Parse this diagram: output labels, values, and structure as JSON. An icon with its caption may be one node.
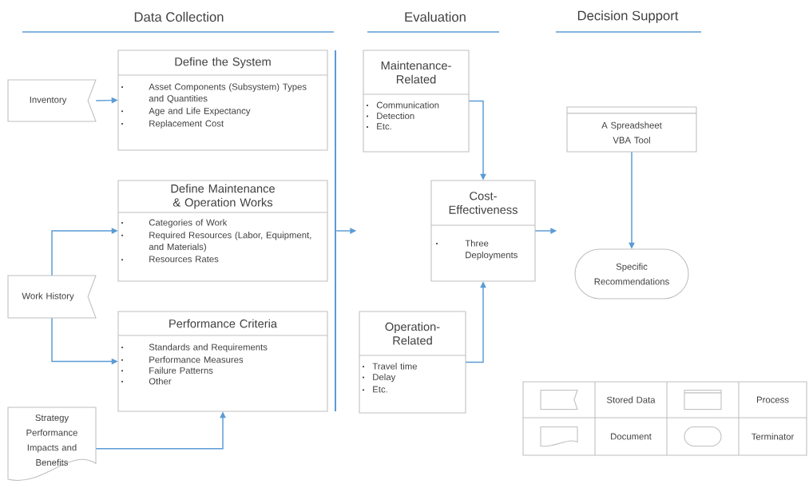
{
  "diagram": {
    "nodes": [
      {
        "text": [
          "Inventory"
        ]
      },
      {
        "text": [
          "Define the System",
          "Asset Components (Subsystem) Types and Quantities",
          "Age and Life Expectancy",
          "Replacement Cost"
        ]
      },
      {
        "text": [
          "Define Maintenance & Operation Works",
          "Categories of Work",
          "Required Resources (Labor, Equipment, and Materials)",
          "Resources Rates"
        ]
      },
      {
        "text": [
          "Work History"
        ]
      },
      {
        "text": [
          "Performance Criteria",
          "Standards and Requirements",
          "Performance Measures",
          "Failure Patterns",
          "Other"
        ]
      },
      {
        "text": [
          "Strategy Performance Impacts and Benefits"
        ]
      },
      {
        "text": [
          "Maintenance-Related",
          "Communication",
          "Detection",
          "Etc."
        ]
      },
      {
        "text": [
          "Operation-Related",
          "Travel time",
          "Delay",
          "Etc."
        ]
      },
      {
        "text": [
          "Cost-Effectiveness",
          "Three Deployments"
        ]
      },
      {
        "text": [
          "A Spreadsheet VBA Tool"
        ]
      },
      {
        "text": [
          "Specific Recommendations"
        ]
      },
      {
        "text": [],
        "shape": "bar"
      }
    ],
    "edges": [
      {
        "from": 0,
        "to": 1,
        "arrow": "to"
      },
      {
        "from": 3,
        "to": 2,
        "arrow": "to"
      },
      {
        "from": 3,
        "to": 4,
        "arrow": "to"
      },
      {
        "from": 5,
        "to": 4,
        "arrow": "to"
      },
      {
        "from": 6,
        "to": 8,
        "arrow": "to"
      },
      {
        "from": 7,
        "to": 8,
        "arrow": "to"
      },
      {
        "from": 11,
        "to": null,
        "arrow": "to"
      },
      {
        "from": 8,
        "to": null,
        "arrow": "to"
      },
      {
        "from": 9,
        "to": 10,
        "arrow": "to"
      }
    ],
    "labels": [
      "Data Collection",
      "Evaluation",
      "Decision Support"
    ],
    "legend": [
      {
        "text": "Stored Data"
      },
      {
        "text": "Process"
      },
      {
        "text": "Document"
      },
      {
        "text": "Terminator"
      }
    ]
  }
}
